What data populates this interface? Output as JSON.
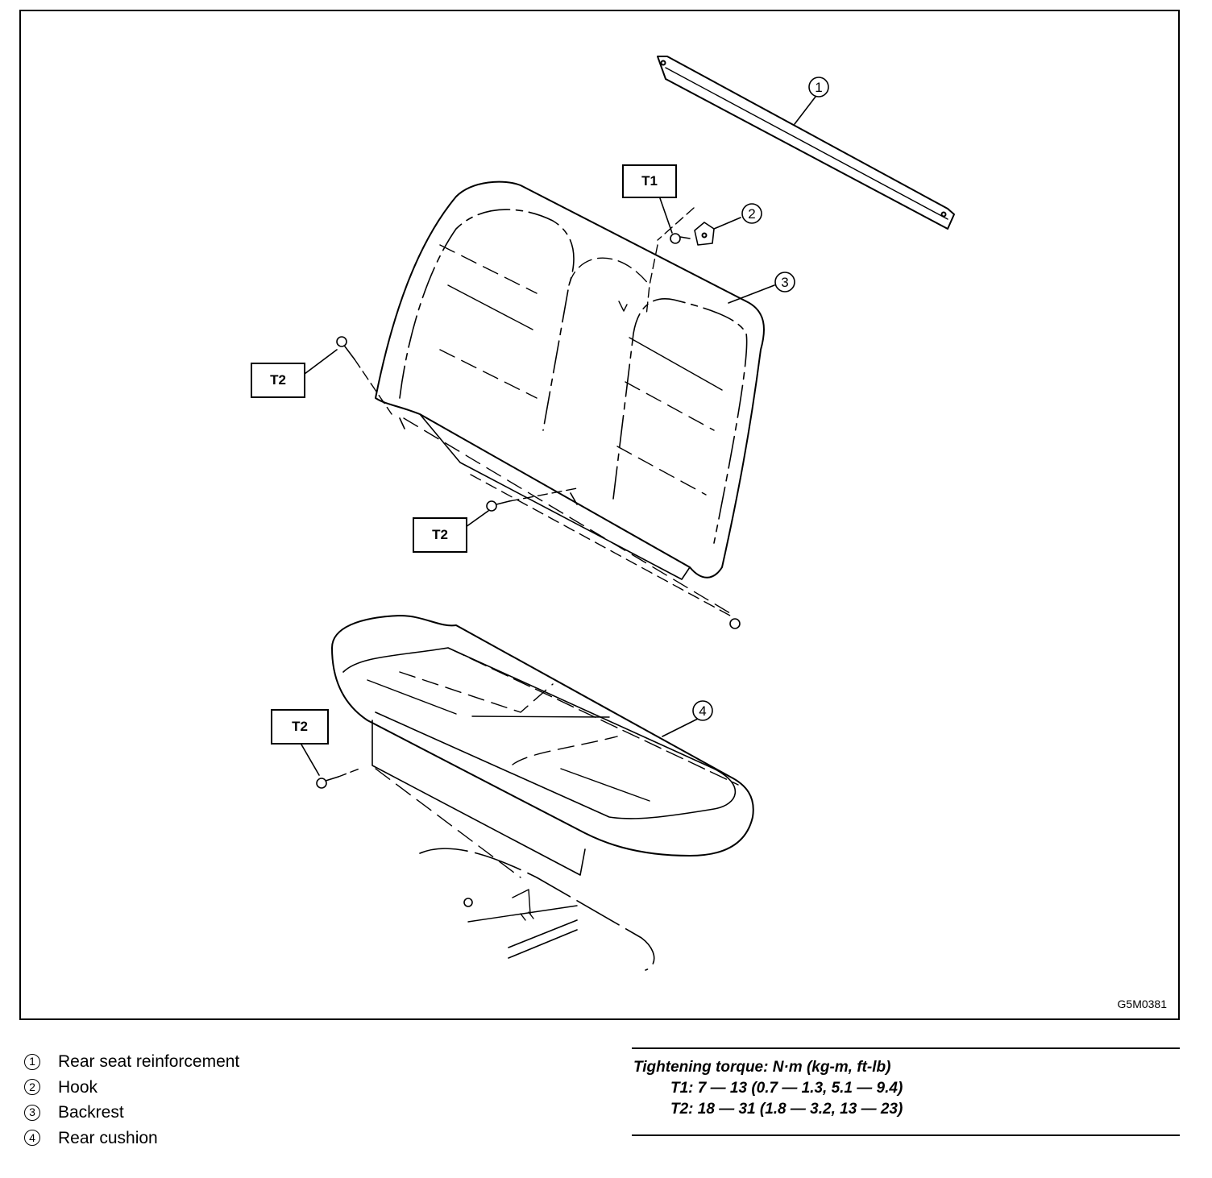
{
  "figure": {
    "reference_code": "G5M0381",
    "callouts": {
      "t1_top": "T1",
      "t2_left": "T2",
      "t2_middle": "T2",
      "t2_bottom": "T2"
    },
    "part_markers": [
      "1",
      "2",
      "3",
      "4"
    ]
  },
  "legend": {
    "items": [
      {
        "num": "1",
        "label": "Rear seat reinforcement"
      },
      {
        "num": "2",
        "label": "Hook"
      },
      {
        "num": "3",
        "label": "Backrest"
      },
      {
        "num": "4",
        "label": "Rear cushion"
      }
    ]
  },
  "torque": {
    "title": "Tightening torque: N·m (kg-m, ft-lb)",
    "t1": "T1: 7 — 13 (0.7 — 1.3, 5.1 — 9.4)",
    "t2": "T2: 18 — 31 (1.8 — 3.2, 13 — 23)"
  }
}
